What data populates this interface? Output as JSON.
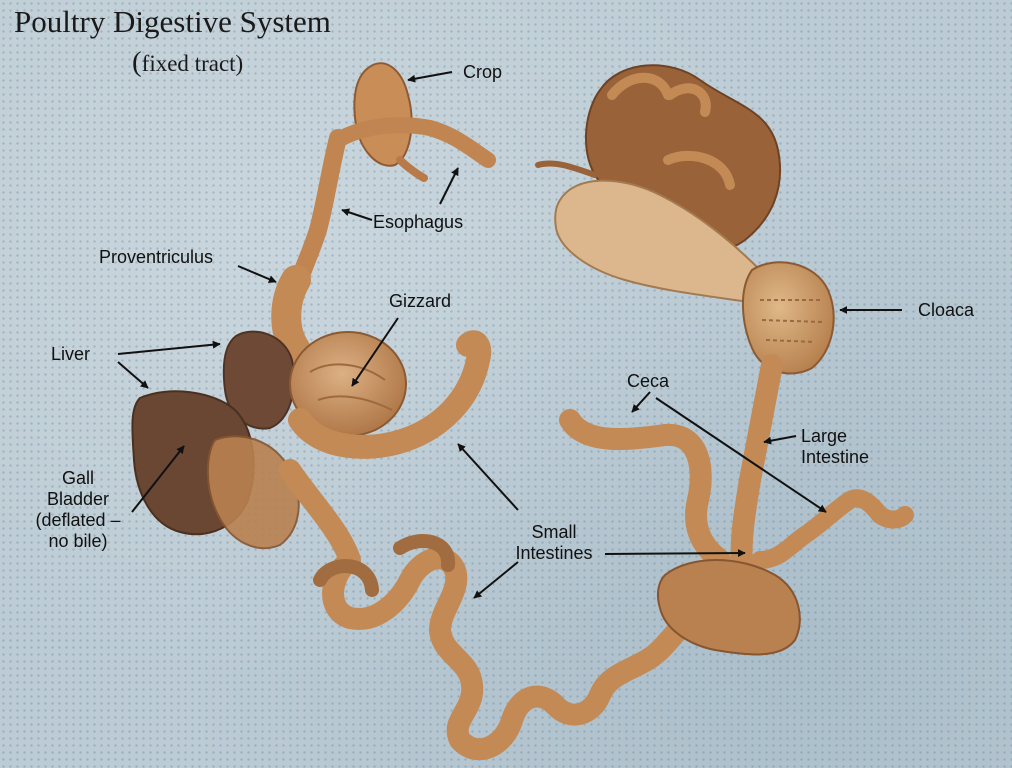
{
  "title": "Poultry Digestive System",
  "subtitle": {
    "open_paren": "(",
    "text": "fixed tract)"
  },
  "labels": {
    "crop": "Crop",
    "esophagus": "Esophagus",
    "proventriculus": "Proventriculus",
    "gizzard": "Gizzard",
    "liver": "Liver",
    "gall_bladder": [
      "Gall",
      "Bladder",
      "(deflated –",
      "no bile)"
    ],
    "small_intestines": [
      "Small",
      "Intestines"
    ],
    "ceca": "Ceca",
    "large_intestine": [
      "Large",
      "Intestine"
    ],
    "cloaca": "Cloaca"
  },
  "colors": {
    "tissue": "#c48a55",
    "tissue_dark": "#9a6238",
    "liver": "#6e4a36",
    "background": "#bccbd4",
    "arrow": "#111111"
  }
}
